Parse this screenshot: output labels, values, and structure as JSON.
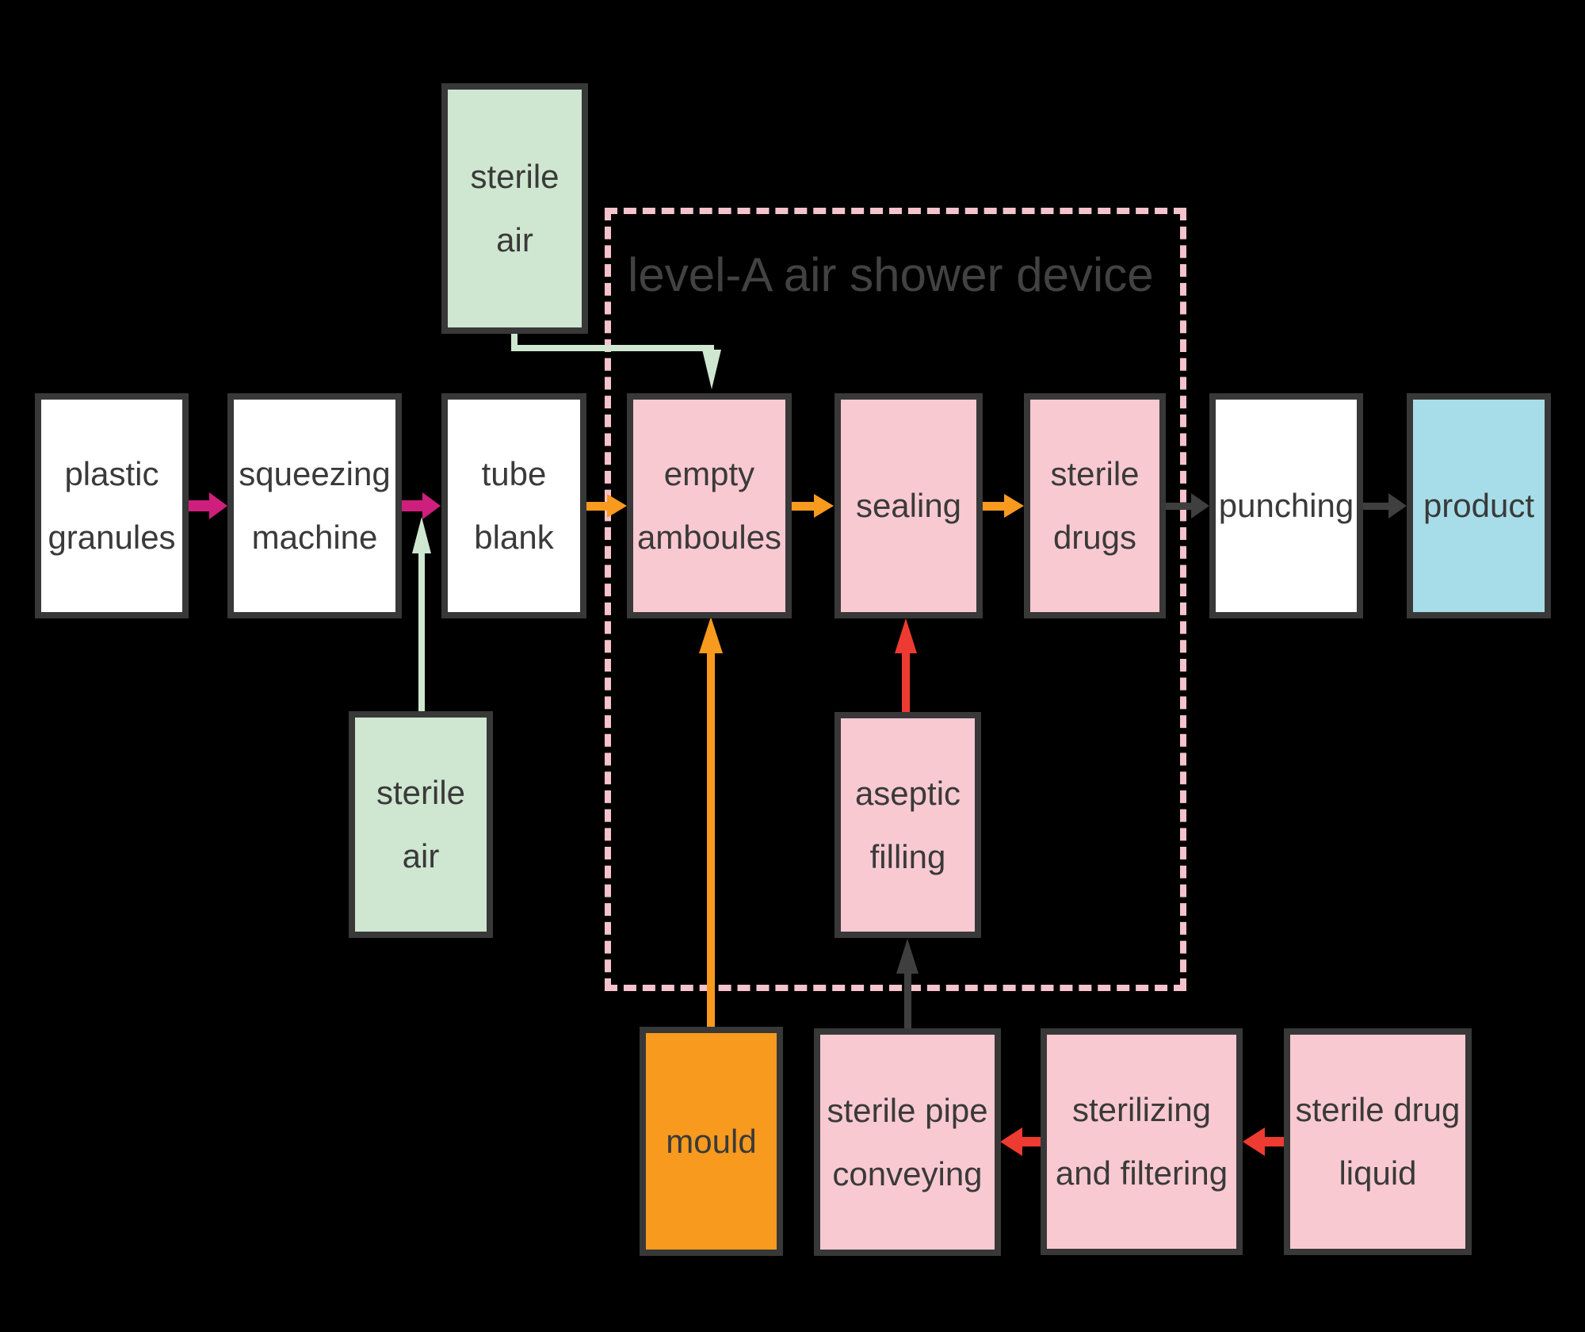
{
  "title": {
    "text": "level-A air shower device"
  },
  "palette": {
    "bg": "#000000",
    "box-border": "#383838",
    "text": "#3a3a3a",
    "white": "#ffffff",
    "pink": "#f9c9d2",
    "green": "#cfe6d0",
    "blue": "#a6dde9",
    "orange": "#f89a1e",
    "magenta": "#ce1f7d",
    "red": "#ee3b31",
    "gray": "#3f3f3f",
    "dash-pink": "#f5c3cc",
    "title": "#424242"
  },
  "nodes": {
    "plastic_granules": {
      "label": "plastic\ngranules",
      "fill": "white"
    },
    "squeezing_machine": {
      "label": "squeezing\nmachine",
      "fill": "white"
    },
    "tube_blank": {
      "label": "tube\nblank",
      "fill": "white"
    },
    "empty_amboules": {
      "label": "empty\namboules",
      "fill": "pink"
    },
    "sealing": {
      "label": "sealing",
      "fill": "pink"
    },
    "sterile_drugs": {
      "label": "sterile\ndrugs",
      "fill": "pink"
    },
    "punching": {
      "label": "punching",
      "fill": "white"
    },
    "product": {
      "label": "product",
      "fill": "blue"
    },
    "sterile_air_top": {
      "label": "sterile\nair",
      "fill": "green"
    },
    "sterile_air_bottom": {
      "label": "sterile\nair",
      "fill": "green"
    },
    "aseptic_filling": {
      "label": "aseptic\nfilling",
      "fill": "pink"
    },
    "mould": {
      "label": "mould",
      "fill": "orange"
    },
    "sterile_pipe_conveying": {
      "label": "sterile pipe\nconveying",
      "fill": "pink"
    },
    "sterilizing_and_filtering": {
      "label": "sterilizing\nand filtering",
      "fill": "pink"
    },
    "sterile_drug_liquid": {
      "label": "sterile drug\nliquid",
      "fill": "pink"
    }
  },
  "connections": [
    {
      "from": "plastic_granules",
      "to": "squeezing_machine",
      "color": "magenta"
    },
    {
      "from": "squeezing_machine",
      "to": "tube_blank",
      "color": "magenta"
    },
    {
      "from": "tube_blank",
      "to": "empty_amboules",
      "color": "orange"
    },
    {
      "from": "empty_amboules",
      "to": "sealing",
      "color": "orange"
    },
    {
      "from": "sealing",
      "to": "sterile_drugs",
      "color": "orange"
    },
    {
      "from": "sterile_drugs",
      "to": "punching",
      "color": "gray"
    },
    {
      "from": "punching",
      "to": "product",
      "color": "gray"
    },
    {
      "from": "sterile_air_top",
      "to": "empty_amboules",
      "color": "green"
    },
    {
      "from": "sterile_air_bottom",
      "to": "squeezing_machine-tube_blank-junction",
      "color": "green"
    },
    {
      "from": "mould",
      "to": "empty_amboules",
      "color": "orange"
    },
    {
      "from": "aseptic_filling",
      "to": "sealing",
      "color": "red"
    },
    {
      "from": "sterile_pipe_conveying",
      "to": "aseptic_filling",
      "color": "gray"
    },
    {
      "from": "sterilizing_and_filtering",
      "to": "sterile_pipe_conveying",
      "color": "red"
    },
    {
      "from": "sterile_drug_liquid",
      "to": "sterilizing_and_filtering",
      "color": "red"
    }
  ]
}
